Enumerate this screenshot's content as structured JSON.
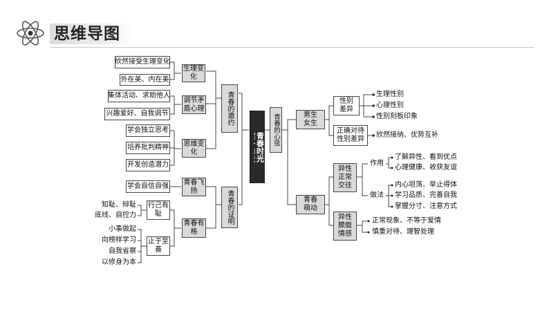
{
  "header": {
    "title": "思维导图",
    "icon": "atom-icon"
  },
  "center": {
    "col1": "第一单元",
    "col2": "青春时光"
  },
  "left": {
    "b1": {
      "label": "青春的邀约",
      "c1": {
        "label": "生理变化",
        "leaves": [
          "欣然接受生理变化",
          "外在美、内在美"
        ]
      },
      "c2": {
        "label": "调节矛盾心理",
        "leaves": [
          "集体活动、求助他人",
          "兴趣爱好、自我调节"
        ]
      },
      "c3": {
        "label": "思维变化",
        "leaves": [
          "学会独立思考",
          "培养批判精神",
          "开发创造潜力"
        ]
      }
    },
    "b2": {
      "label": "青春的证明",
      "c1": {
        "label": "青春飞扬",
        "leaves": [
          "学会自信自强"
        ]
      },
      "c2": {
        "label": "青春有格",
        "g1": {
          "label": "行己有耻",
          "leaves": [
            "知耻、辩耻",
            "底线、自控力"
          ]
        },
        "g2": {
          "label": "止于至善",
          "leaves": [
            "小事做起",
            "向榜样学习",
            "自我省察",
            "以修身为本"
          ]
        }
      }
    }
  },
  "right": {
    "label": "青春的心弦",
    "b1": {
      "label": "男生女生",
      "c1": {
        "label": "性别差异",
        "leaves": [
          "生理性别",
          "心理性别",
          "性别刻板印象"
        ]
      },
      "c2": {
        "label": "正确对待性别差异",
        "leaves": [
          "欣然接纳、优势互补"
        ]
      }
    },
    "b2": {
      "label": "青春萌动",
      "c1": {
        "label": "异性正常交往",
        "g1": {
          "label": "作用",
          "leaves": [
            "了解异性、看到优点",
            "心理健康、收获友谊"
          ]
        },
        "g2": {
          "label": "做法",
          "leaves": [
            "内心坦荡、举止得体",
            "学习品质、完善自我",
            "掌握分寸、注意方式"
          ]
        }
      },
      "c2": {
        "label": "异性朦胧情感",
        "leaves": [
          "正常现象、不等于爱情",
          "慎重对待、理智处理"
        ]
      }
    }
  }
}
